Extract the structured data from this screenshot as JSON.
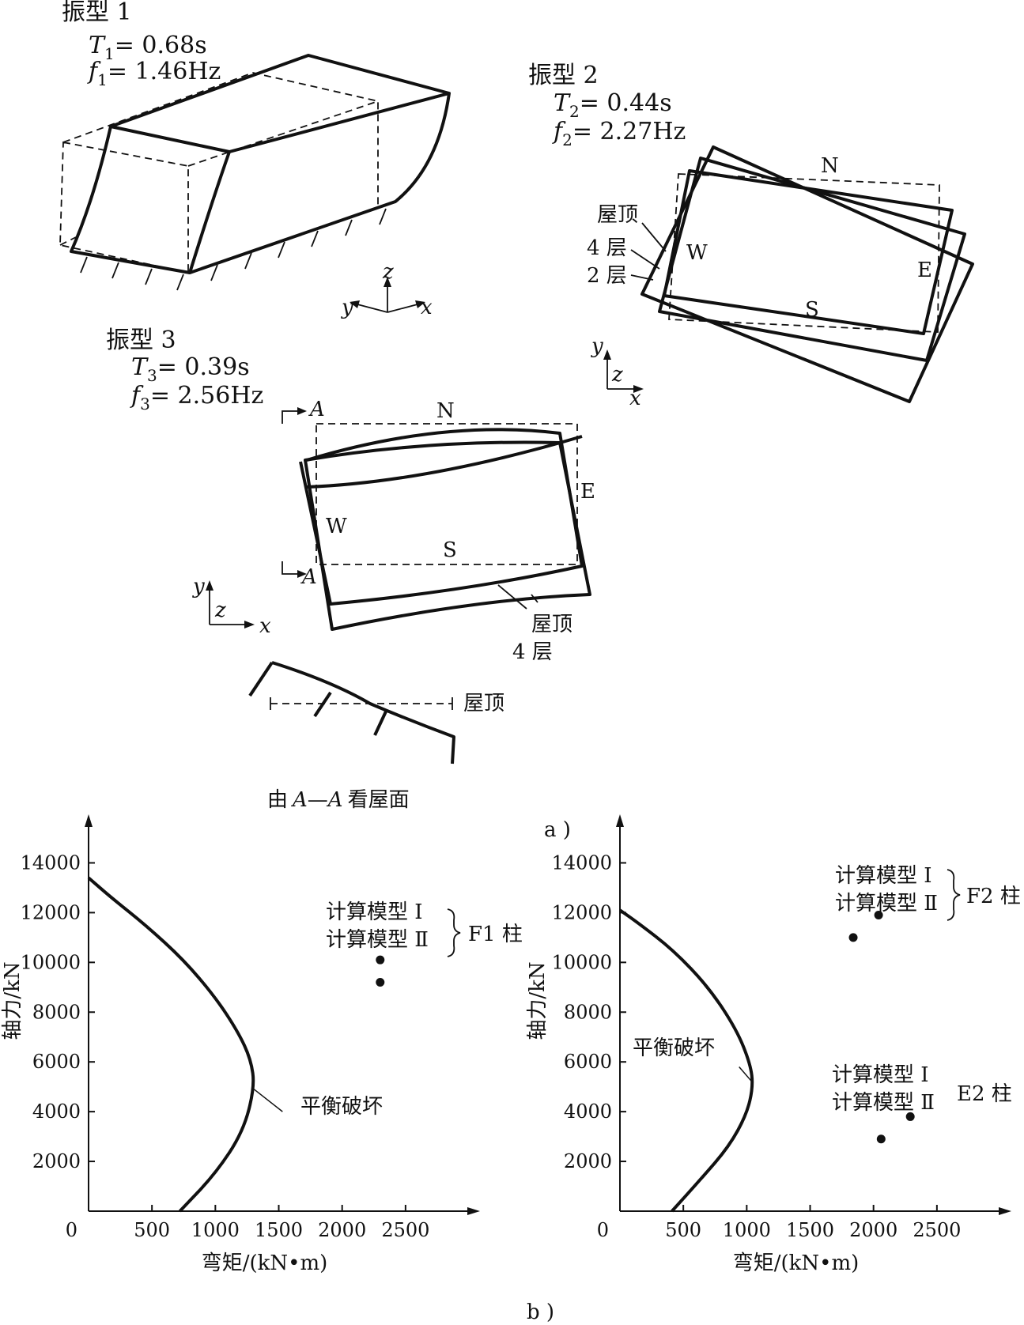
{
  "part_a": {
    "label": "a )",
    "mode1": {
      "title": "振型 1",
      "T_sym": "T",
      "T_sub": "1",
      "T_val": "= 0.68s",
      "f_sym": "f",
      "f_sub": "1",
      "f_val": "= 1.46Hz"
    },
    "mode2": {
      "title": "振型 2",
      "T_sym": "T",
      "T_sub": "2",
      "T_val": "= 0.44s",
      "f_sym": "f",
      "f_sub": "2",
      "f_val": "= 2.27Hz",
      "roof": "屋顶",
      "floor4": "4 层",
      "floor2": "2 层",
      "N": "N",
      "S": "S",
      "E": "E",
      "W": "W"
    },
    "mode3": {
      "title": "振型 3",
      "T_sym": "T",
      "T_sub": "3",
      "T_val": "= 0.39s",
      "f_sym": "f",
      "f_sub": "3",
      "f_val": "= 2.56Hz",
      "N": "N",
      "S": "S",
      "E": "E",
      "W": "W",
      "roof": "屋顶",
      "floor4": "4 层",
      "section": "A",
      "roof_profile": "屋顶",
      "caption_pre": "由",
      "caption_a1": "A",
      "caption_dash": "—",
      "caption_a2": "A",
      "caption_post": "看屋面"
    },
    "axes": {
      "x": "x",
      "y": "y",
      "z": "z"
    }
  },
  "part_b": {
    "label": "b )",
    "chart_data": [
      {
        "type": "line",
        "xlabel": "弯矩/(kN•m)",
        "ylabel": "轴力/kN",
        "xlim": [
          0,
          2900
        ],
        "ylim": [
          0,
          15000
        ],
        "xticks": [
          "0",
          "500",
          "1000",
          "1500",
          "2000",
          "2500"
        ],
        "yticks": [
          "2000",
          "4000",
          "6000",
          "8000",
          "10000",
          "12000",
          "14000"
        ],
        "series": [
          {
            "x": [
              720,
              1000,
              1220,
              1310,
              1280,
              1180,
              1000,
              750,
              450,
              180,
              0
            ],
            "y": [
              0,
              1500,
              3200,
              5000,
              6100,
              7200,
              8600,
              10100,
              11500,
              12600,
              13400
            ]
          }
        ],
        "points": [
          {
            "x": 2300,
            "y": 10100
          },
          {
            "x": 2300,
            "y": 9200
          }
        ],
        "annotations": {
          "curve_label": "平衡破坏",
          "model1": "计算模型 Ⅰ",
          "model2": "计算模型 Ⅱ",
          "column": "F1 柱"
        }
      },
      {
        "type": "line",
        "xlabel": "弯矩/(kN•m)",
        "ylabel": "轴力/kN",
        "xlim": [
          0,
          2900
        ],
        "ylim": [
          0,
          15000
        ],
        "xticks": [
          "0",
          "500",
          "1000",
          "1500",
          "2000",
          "2500"
        ],
        "yticks": [
          "2000",
          "4000",
          "6000",
          "8000",
          "10000",
          "12000",
          "14000"
        ],
        "series": [
          {
            "x": [
              410,
              640,
              860,
              1000,
              1050,
              1030,
              920,
              700,
              420,
              140,
              0
            ],
            "y": [
              0,
              1300,
              2600,
              3900,
              5000,
              5900,
              7300,
              9000,
              10500,
              11600,
              12100
            ]
          }
        ],
        "points": [
          {
            "x": 2040,
            "y": 11900
          },
          {
            "x": 1840,
            "y": 11000
          },
          {
            "x": 2290,
            "y": 3800
          },
          {
            "x": 2060,
            "y": 2900
          }
        ],
        "annotations": {
          "curve_label": "平衡破坏",
          "f2_model1": "计算模型 Ⅰ",
          "f2_model2": "计算模型 Ⅱ",
          "f2_column": "F2 柱",
          "e2_model1": "计算模型 Ⅰ",
          "e2_model2": "计算模型 Ⅱ",
          "e2_column": "E2 柱"
        }
      }
    ]
  }
}
